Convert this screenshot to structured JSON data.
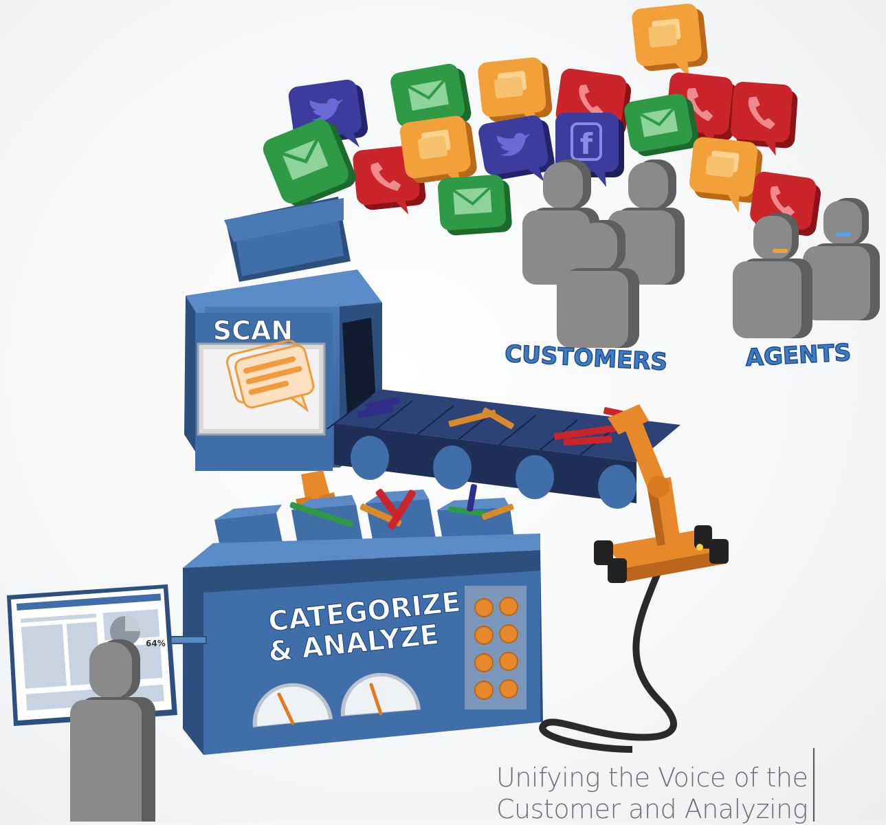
{
  "labels": {
    "scan": "SCAN",
    "customers": "CUSTOMERS",
    "agents": "AGENTS",
    "categorize_line1": "CATEGORIZE",
    "categorize_line2": "& ANALYZE",
    "monitor_percent": "64%"
  },
  "caption": {
    "line1": "Unifying the Voice of the",
    "line2": "Customer and Analyzing"
  },
  "message_icons": [
    "twitter-icon",
    "email-icon",
    "chat-icon",
    "phone-icon",
    "facebook-icon"
  ],
  "colors": {
    "machine_blue": "#3f6ea8",
    "machine_dark": "#2c4f7e",
    "conveyor": "#1f2f57",
    "robot_orange": "#e7892a",
    "person_gray": "#8a8a8a",
    "email_green": "#2f9a45",
    "chat_orange": "#f2a03a",
    "phone_red": "#c9252b",
    "social_indigo": "#3c3c9c",
    "label_blue": "#3d7bc4"
  }
}
